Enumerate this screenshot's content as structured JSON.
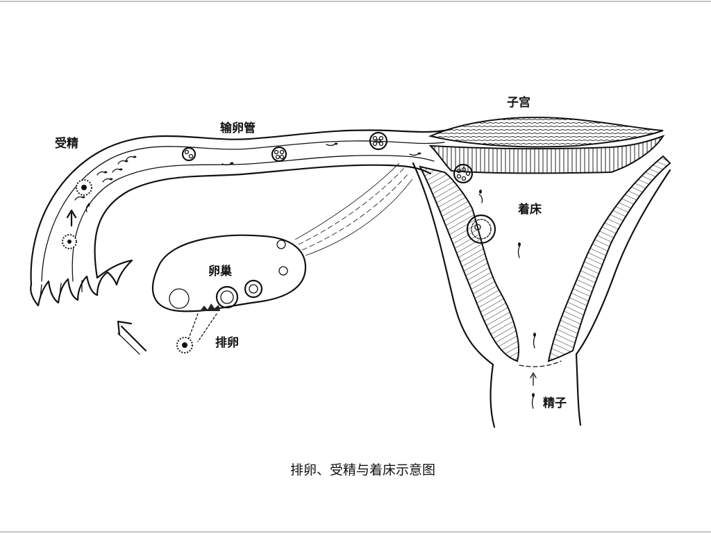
{
  "labels": {
    "fertilization": "受精",
    "fallopian_tube": "输卵管",
    "uterus": "子宫",
    "implantation": "着床",
    "ovary": "卵巢",
    "ovulation": "排卵",
    "sperm": "精子"
  },
  "caption": "排卵、受精与着床示意图",
  "colors": {
    "ink": "#111111",
    "background": "#ffffff"
  }
}
